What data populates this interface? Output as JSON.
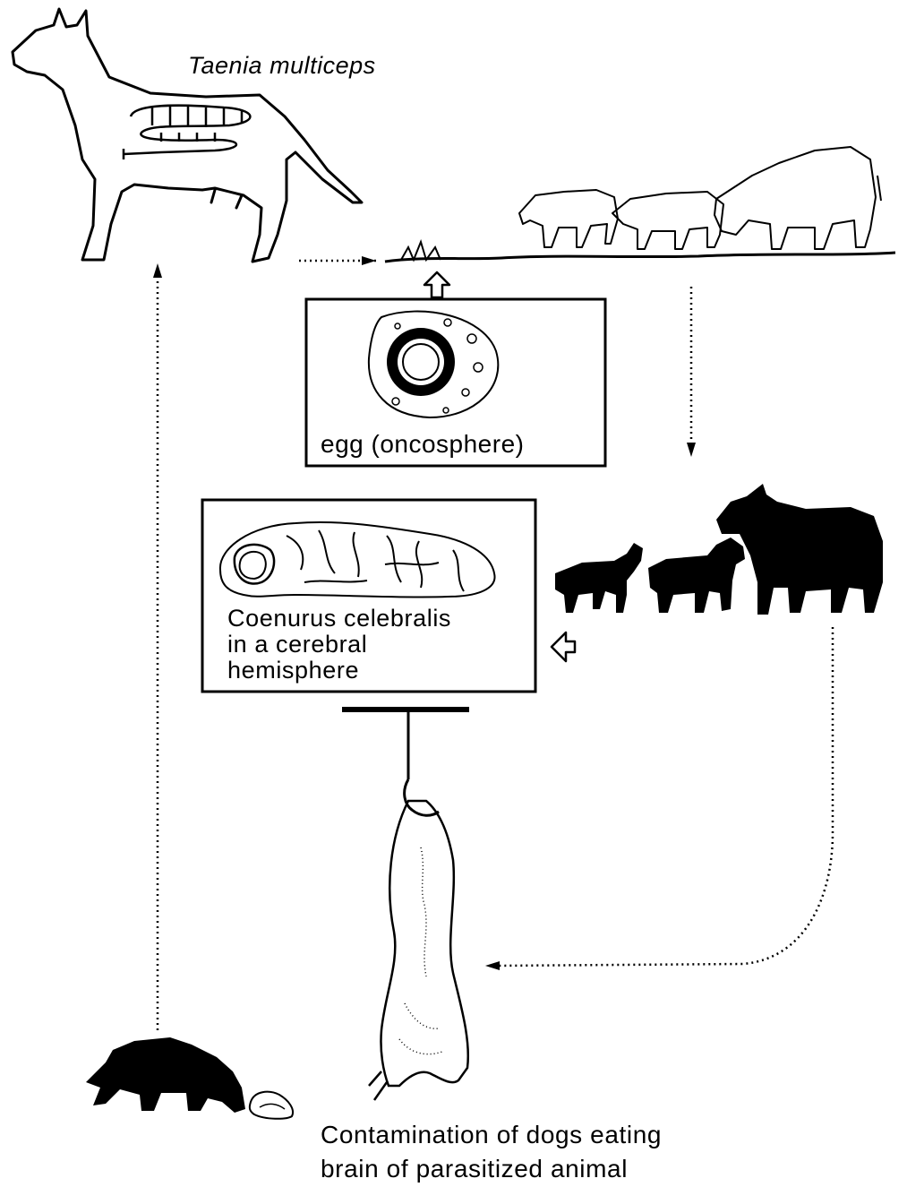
{
  "title": "Taenia multiceps",
  "egg_box": {
    "label": "egg (oncosphere)"
  },
  "cyst_box": {
    "lines": [
      "Coenurus celebralis",
      "in a cerebral",
      "hemisphere"
    ]
  },
  "caption": {
    "lines": [
      "Contamination of dogs eating",
      "brain of parasitized animal"
    ]
  },
  "icons": [
    "dog-icon",
    "adult-tapeworm-icon",
    "grazing-sheep-icon",
    "egg-icon",
    "brain-icon",
    "livestock-icon",
    "carcass-icon",
    "eating-dog-icon"
  ],
  "colors": {
    "ink": "#000000",
    "paper": "#ffffff"
  }
}
